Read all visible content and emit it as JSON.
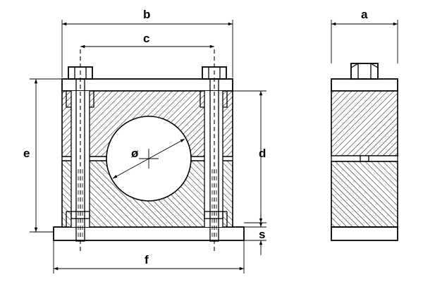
{
  "dimensions": {
    "a": "a",
    "b": "b",
    "c": "c",
    "d": "d",
    "e": "e",
    "f": "f",
    "s": "s",
    "diameter": "ø"
  }
}
